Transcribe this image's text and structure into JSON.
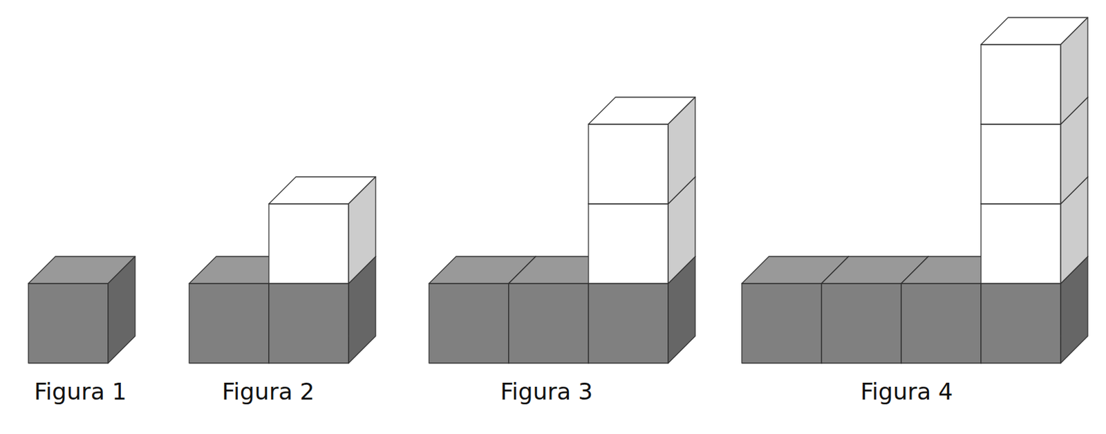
{
  "diagram": {
    "labels": [
      "Figura 1",
      "Figura 2",
      "Figura 3",
      "Figura 4"
    ]
  }
}
